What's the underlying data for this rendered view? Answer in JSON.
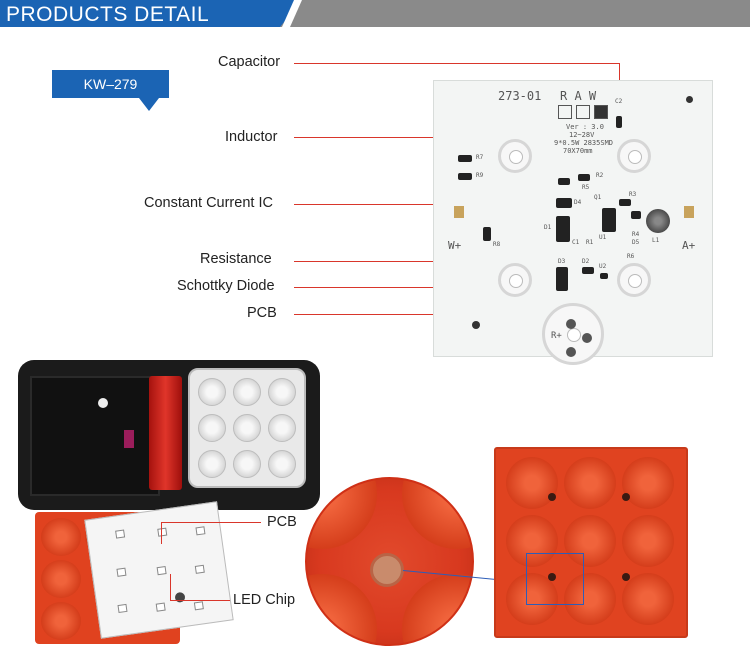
{
  "header": {
    "title": "PRODUCTS DETAIL"
  },
  "model": {
    "code": "KW–279"
  },
  "pcb_labels": {
    "capacitor": "Capacitor",
    "inductor": "Inductor",
    "constant_current_ic": "Constant Current IC",
    "resistance": "Resistance",
    "schottky_diode": "Schottky Diode",
    "pcb": "PCB"
  },
  "pcb_markings": {
    "part": "273-01",
    "raw": "R A W",
    "ver": "Ver : 3.0",
    "volt": "12~28V",
    "led": "9*0.5W  2835SMD",
    "size": "70X70mm",
    "w_plus": "W+",
    "a_plus": "A+",
    "r_plus": "R+",
    "c2": "C2",
    "r7": "R7",
    "r9": "R9",
    "r2": "R2",
    "r5": "R5",
    "q1": "Q1",
    "r3": "R3",
    "d4": "D4",
    "d1": "D1",
    "c1": "C1",
    "r1": "R1",
    "u1": "U1",
    "r4": "R4",
    "d5": "D5",
    "l1": "L1",
    "r8": "R8",
    "d3": "D3",
    "d2": "D2",
    "u2": "U2",
    "r6": "R6"
  },
  "lamp_labels": {
    "pcb": "PCB",
    "led_chip": "LED Chip"
  },
  "colors": {
    "brand_blue": "#1b64b4",
    "callout_red": "#d9362b",
    "lens_red": "#e04320"
  }
}
